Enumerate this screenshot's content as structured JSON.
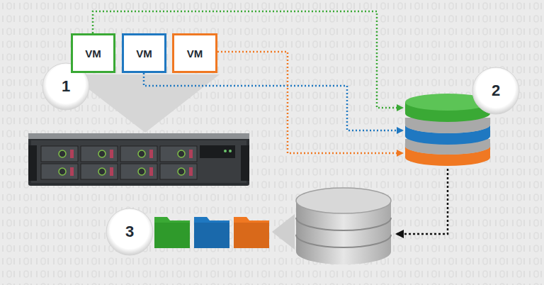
{
  "diagram": {
    "nodes": [
      {
        "text": [
          "VM"
        ]
      },
      {
        "text": [
          "VM"
        ]
      },
      {
        "text": [
          "VM"
        ]
      }
    ],
    "labels": [
      "1",
      "2",
      "3"
    ]
  }
}
